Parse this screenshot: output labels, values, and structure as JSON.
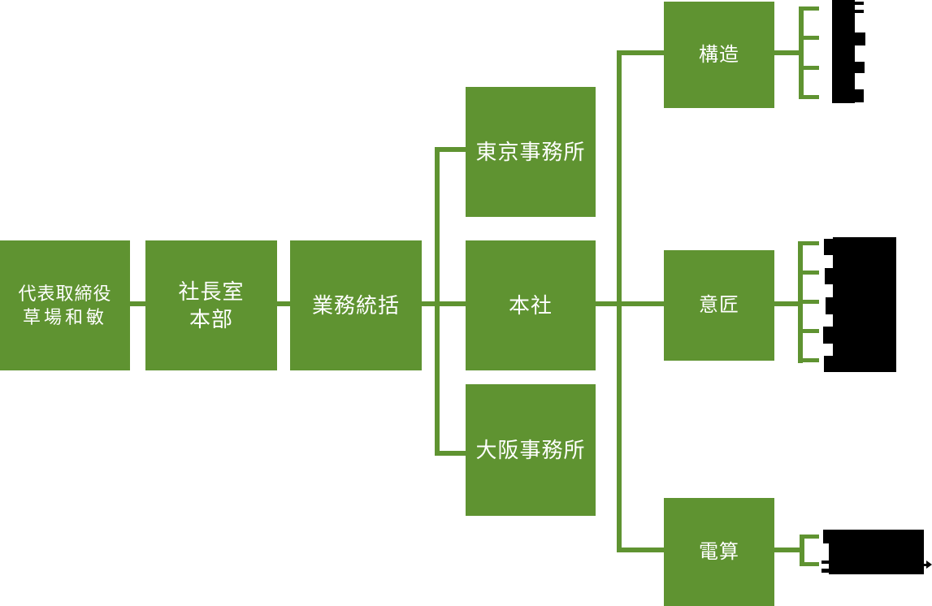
{
  "diagram": {
    "type": "organization-chart",
    "language": "ja",
    "colors": {
      "node_fill": "#5f9331",
      "node_text": "#ffffff",
      "connector": "#5f9331",
      "redaction": "#000000",
      "background": "#ffffff"
    },
    "nodes": {
      "ceo": {
        "line1": "代表取締役",
        "line2": "草場和敏"
      },
      "presidents_office": {
        "line1": "社長室",
        "line2": "本部"
      },
      "operations": {
        "label": "業務統括"
      },
      "tokyo_office": {
        "label": "東京事務所"
      },
      "head_office": {
        "label": "本社"
      },
      "osaka_office": {
        "label": "大阪事務所"
      },
      "structure_dept": {
        "label": "構造"
      },
      "design_dept": {
        "label": "意匠"
      },
      "computing_dept": {
        "label": "電算"
      }
    },
    "edges": [
      {
        "from": "代表取締役 草場和敏",
        "to": "社長室 本部"
      },
      {
        "from": "社長室 本部",
        "to": "業務統括"
      },
      {
        "from": "業務統括",
        "to": "東京事務所"
      },
      {
        "from": "業務統括",
        "to": "本社"
      },
      {
        "from": "業務統括",
        "to": "大阪事務所"
      },
      {
        "from": "本社",
        "to": "構造"
      },
      {
        "from": "本社",
        "to": "意匠"
      },
      {
        "from": "本社",
        "to": "電算"
      }
    ],
    "redacted_leaf_groups": [
      {
        "parent": "構造",
        "item_count": 4,
        "appearance": "black redaction blocks"
      },
      {
        "parent": "意匠",
        "item_count": 5,
        "appearance": "single tall black redaction block"
      },
      {
        "parent": "電算",
        "item_count": 2,
        "appearance": "black redaction block with right-pointing arrow reaching image edge"
      }
    ]
  }
}
